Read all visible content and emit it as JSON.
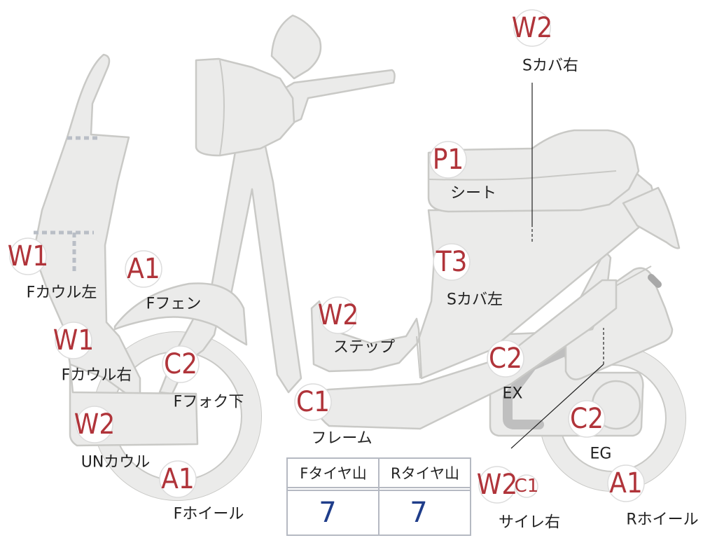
{
  "markers": [
    {
      "id": "s-cover-right",
      "code": "W2",
      "label": "Sカバ右"
    },
    {
      "id": "seat",
      "code": "P1",
      "label": "シート"
    },
    {
      "id": "s-cover-left",
      "code": "T3",
      "label": "Sカバ左"
    },
    {
      "id": "f-cowl-left",
      "code": "W1",
      "label": "Fカウル左"
    },
    {
      "id": "f-fender",
      "code": "A1",
      "label": "Fフェン"
    },
    {
      "id": "step",
      "code": "W2",
      "label": "ステップ"
    },
    {
      "id": "f-cowl-right",
      "code": "W1",
      "label": "Fカウル右"
    },
    {
      "id": "f-fork-lower",
      "code": "C2",
      "label": "Fフォク下"
    },
    {
      "id": "ex",
      "code": "C2",
      "label": "EX"
    },
    {
      "id": "frame",
      "code": "C1",
      "label": "フレーム"
    },
    {
      "id": "un-cowl",
      "code": "W2",
      "label": "UNカウル"
    },
    {
      "id": "eg",
      "code": "C2",
      "label": "EG"
    },
    {
      "id": "f-wheel",
      "code": "A1",
      "label": "Fホイール"
    },
    {
      "id": "silencer-right",
      "code": "W2",
      "code2": "C1",
      "label": "サイレ右"
    },
    {
      "id": "r-wheel",
      "code": "A1",
      "label": "Rホイール"
    }
  ],
  "tire_table": {
    "headers": [
      "Fタイヤ山",
      "Rタイヤ山"
    ],
    "values": [
      "7",
      "7"
    ]
  },
  "colors": {
    "code": "#b0343a",
    "table_value": "#1f3d8a",
    "part_fill": "#ebebea",
    "part_stroke": "#c9c9c6"
  }
}
